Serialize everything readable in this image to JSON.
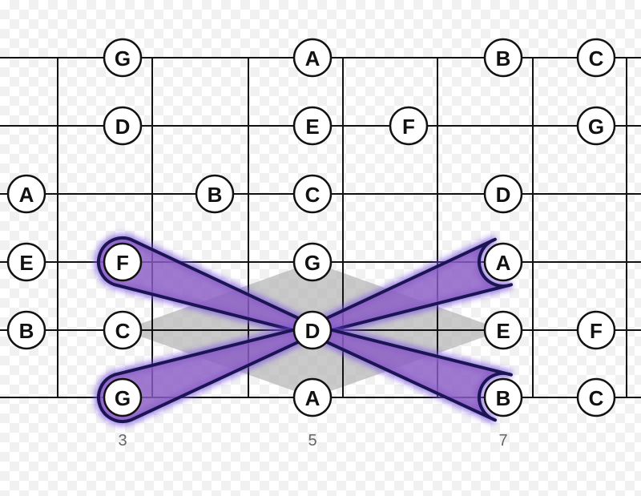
{
  "fretboard": {
    "fret_numbers": [
      "3",
      "5",
      "7"
    ],
    "strings": [
      {
        "notes": [
          {
            "fret": 3,
            "name": "G"
          },
          {
            "fret": 5,
            "name": "A"
          },
          {
            "fret": 7,
            "name": "B"
          },
          {
            "fret": 8,
            "name": "C"
          }
        ]
      },
      {
        "notes": [
          {
            "fret": 3,
            "name": "D"
          },
          {
            "fret": 5,
            "name": "E"
          },
          {
            "fret": 6,
            "name": "F"
          },
          {
            "fret": 8,
            "name": "G"
          }
        ]
      },
      {
        "notes": [
          {
            "fret": 0,
            "name": "A"
          },
          {
            "fret": 4,
            "name": "B"
          },
          {
            "fret": 5,
            "name": "C"
          },
          {
            "fret": 7,
            "name": "D"
          }
        ]
      },
      {
        "notes": [
          {
            "fret": 0,
            "name": "E"
          },
          {
            "fret": 3,
            "name": "F"
          },
          {
            "fret": 5,
            "name": "G"
          },
          {
            "fret": 7,
            "name": "A"
          }
        ]
      },
      {
        "notes": [
          {
            "fret": 0,
            "name": "B"
          },
          {
            "fret": 3,
            "name": "C"
          },
          {
            "fret": 5,
            "name": "D"
          },
          {
            "fret": 7,
            "name": "E"
          },
          {
            "fret": 8,
            "name": "F"
          }
        ]
      },
      {
        "notes": [
          {
            "fret": 3,
            "name": "G"
          },
          {
            "fret": 5,
            "name": "A"
          },
          {
            "fret": 7,
            "name": "B"
          },
          {
            "fret": 8,
            "name": "C"
          }
        ]
      }
    ],
    "shape_highlight": {
      "center": {
        "string": 5,
        "fret": 5
      },
      "targets": [
        {
          "string": 4,
          "fret": 3
        },
        {
          "string": 6,
          "fret": 3
        },
        {
          "string": 4,
          "fret": 7
        },
        {
          "string": 6,
          "fret": 7
        }
      ],
      "diamond": [
        {
          "string": 4,
          "fret": 5
        },
        {
          "string": 5,
          "fret": 7
        },
        {
          "string": 6,
          "fret": 5
        },
        {
          "string": 5,
          "fret": 3
        }
      ]
    },
    "colors": {
      "line": "#111111",
      "note_fill": "#ffffff",
      "highlight_fill": "#8a5cc4",
      "highlight_stroke": "#1c1553",
      "highlight_glow": "#7a52e0",
      "diamond_fill": "#b3b3b3"
    }
  }
}
